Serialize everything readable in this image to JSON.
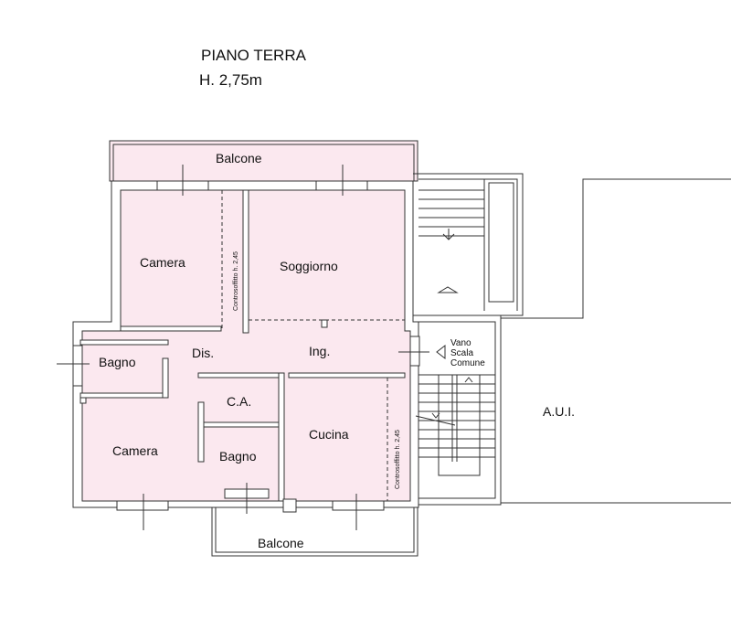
{
  "header": {
    "title": "PIANO TERRA",
    "height": "H. 2,75m"
  },
  "rooms": {
    "balcone_top": "Balcone",
    "camera_top": "Camera",
    "soggiorno": "Soggiorno",
    "bagno_left": "Bagno",
    "dis": "Dis.",
    "ing": "Ing.",
    "ca": "C.A.",
    "camera_bottom": "Camera",
    "bagno_bottom": "Bagno",
    "cucina": "Cucina",
    "balcone_bottom": "Balcone",
    "vano_scala": [
      "Vano",
      "Scala",
      "Comune"
    ],
    "aui": "A.U.I."
  },
  "notes": {
    "controsoffitto_1": "Controsoffitto h. 2,45",
    "controsoffitto_2": "Controsoffitto h. 2,45"
  },
  "colors": {
    "room_fill": "#fbe8ef",
    "wall": "#333333"
  }
}
